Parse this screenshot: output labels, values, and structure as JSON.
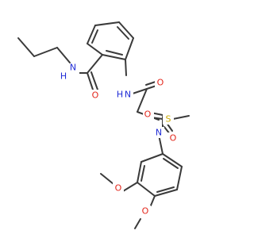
{
  "diagram": {
    "colors": {
      "bond": "#3a3a3a",
      "N": "#1f2bd6",
      "O": "#e3261b",
      "S": "#c9a800",
      "background": "#ffffff"
    },
    "atoms": [
      {
        "id": "n_amide",
        "label": "N",
        "sub": "H",
        "element": "N"
      },
      {
        "id": "o_amide",
        "label": "O",
        "element": "O"
      },
      {
        "id": "n_anilide",
        "label": "N",
        "sub": "H",
        "element": "N"
      },
      {
        "id": "o_acetamide",
        "label": "O",
        "element": "O"
      },
      {
        "id": "n_sulfonamide",
        "label": "N",
        "element": "N"
      },
      {
        "id": "s_sulfonyl",
        "label": "S",
        "element": "S"
      },
      {
        "id": "o_sulfonyl_1",
        "label": "O",
        "element": "O"
      },
      {
        "id": "o_sulfonyl_2",
        "label": "O",
        "element": "O"
      },
      {
        "id": "o_methoxy_3",
        "label": "O",
        "element": "O"
      },
      {
        "id": "o_methoxy_4",
        "label": "O",
        "element": "O"
      }
    ]
  }
}
